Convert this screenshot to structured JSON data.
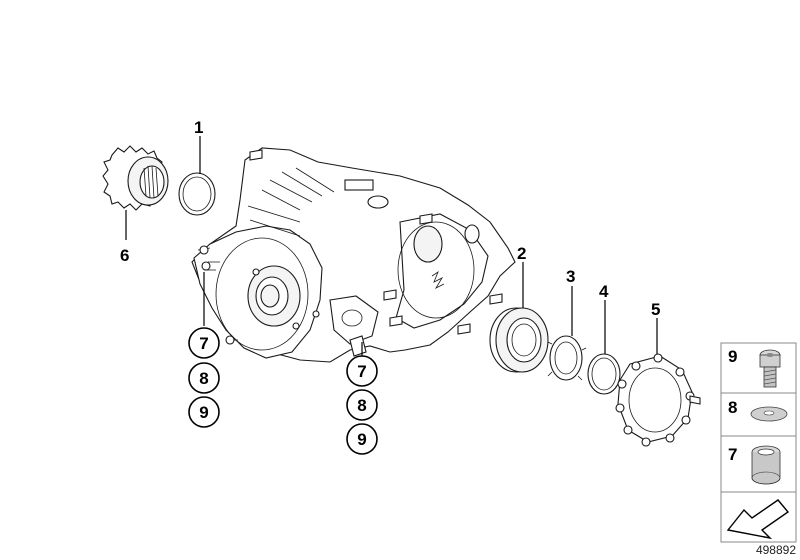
{
  "diagram": {
    "callouts": {
      "c1": "1",
      "c2": "2",
      "c3": "3",
      "c4": "4",
      "c5": "5",
      "c6": "6"
    },
    "circled_left": [
      "7",
      "8",
      "9"
    ],
    "circled_center": [
      "7",
      "8",
      "9"
    ],
    "legend": {
      "row_9": "9",
      "row_8": "8",
      "row_7": "7"
    },
    "document_number": "498892"
  }
}
